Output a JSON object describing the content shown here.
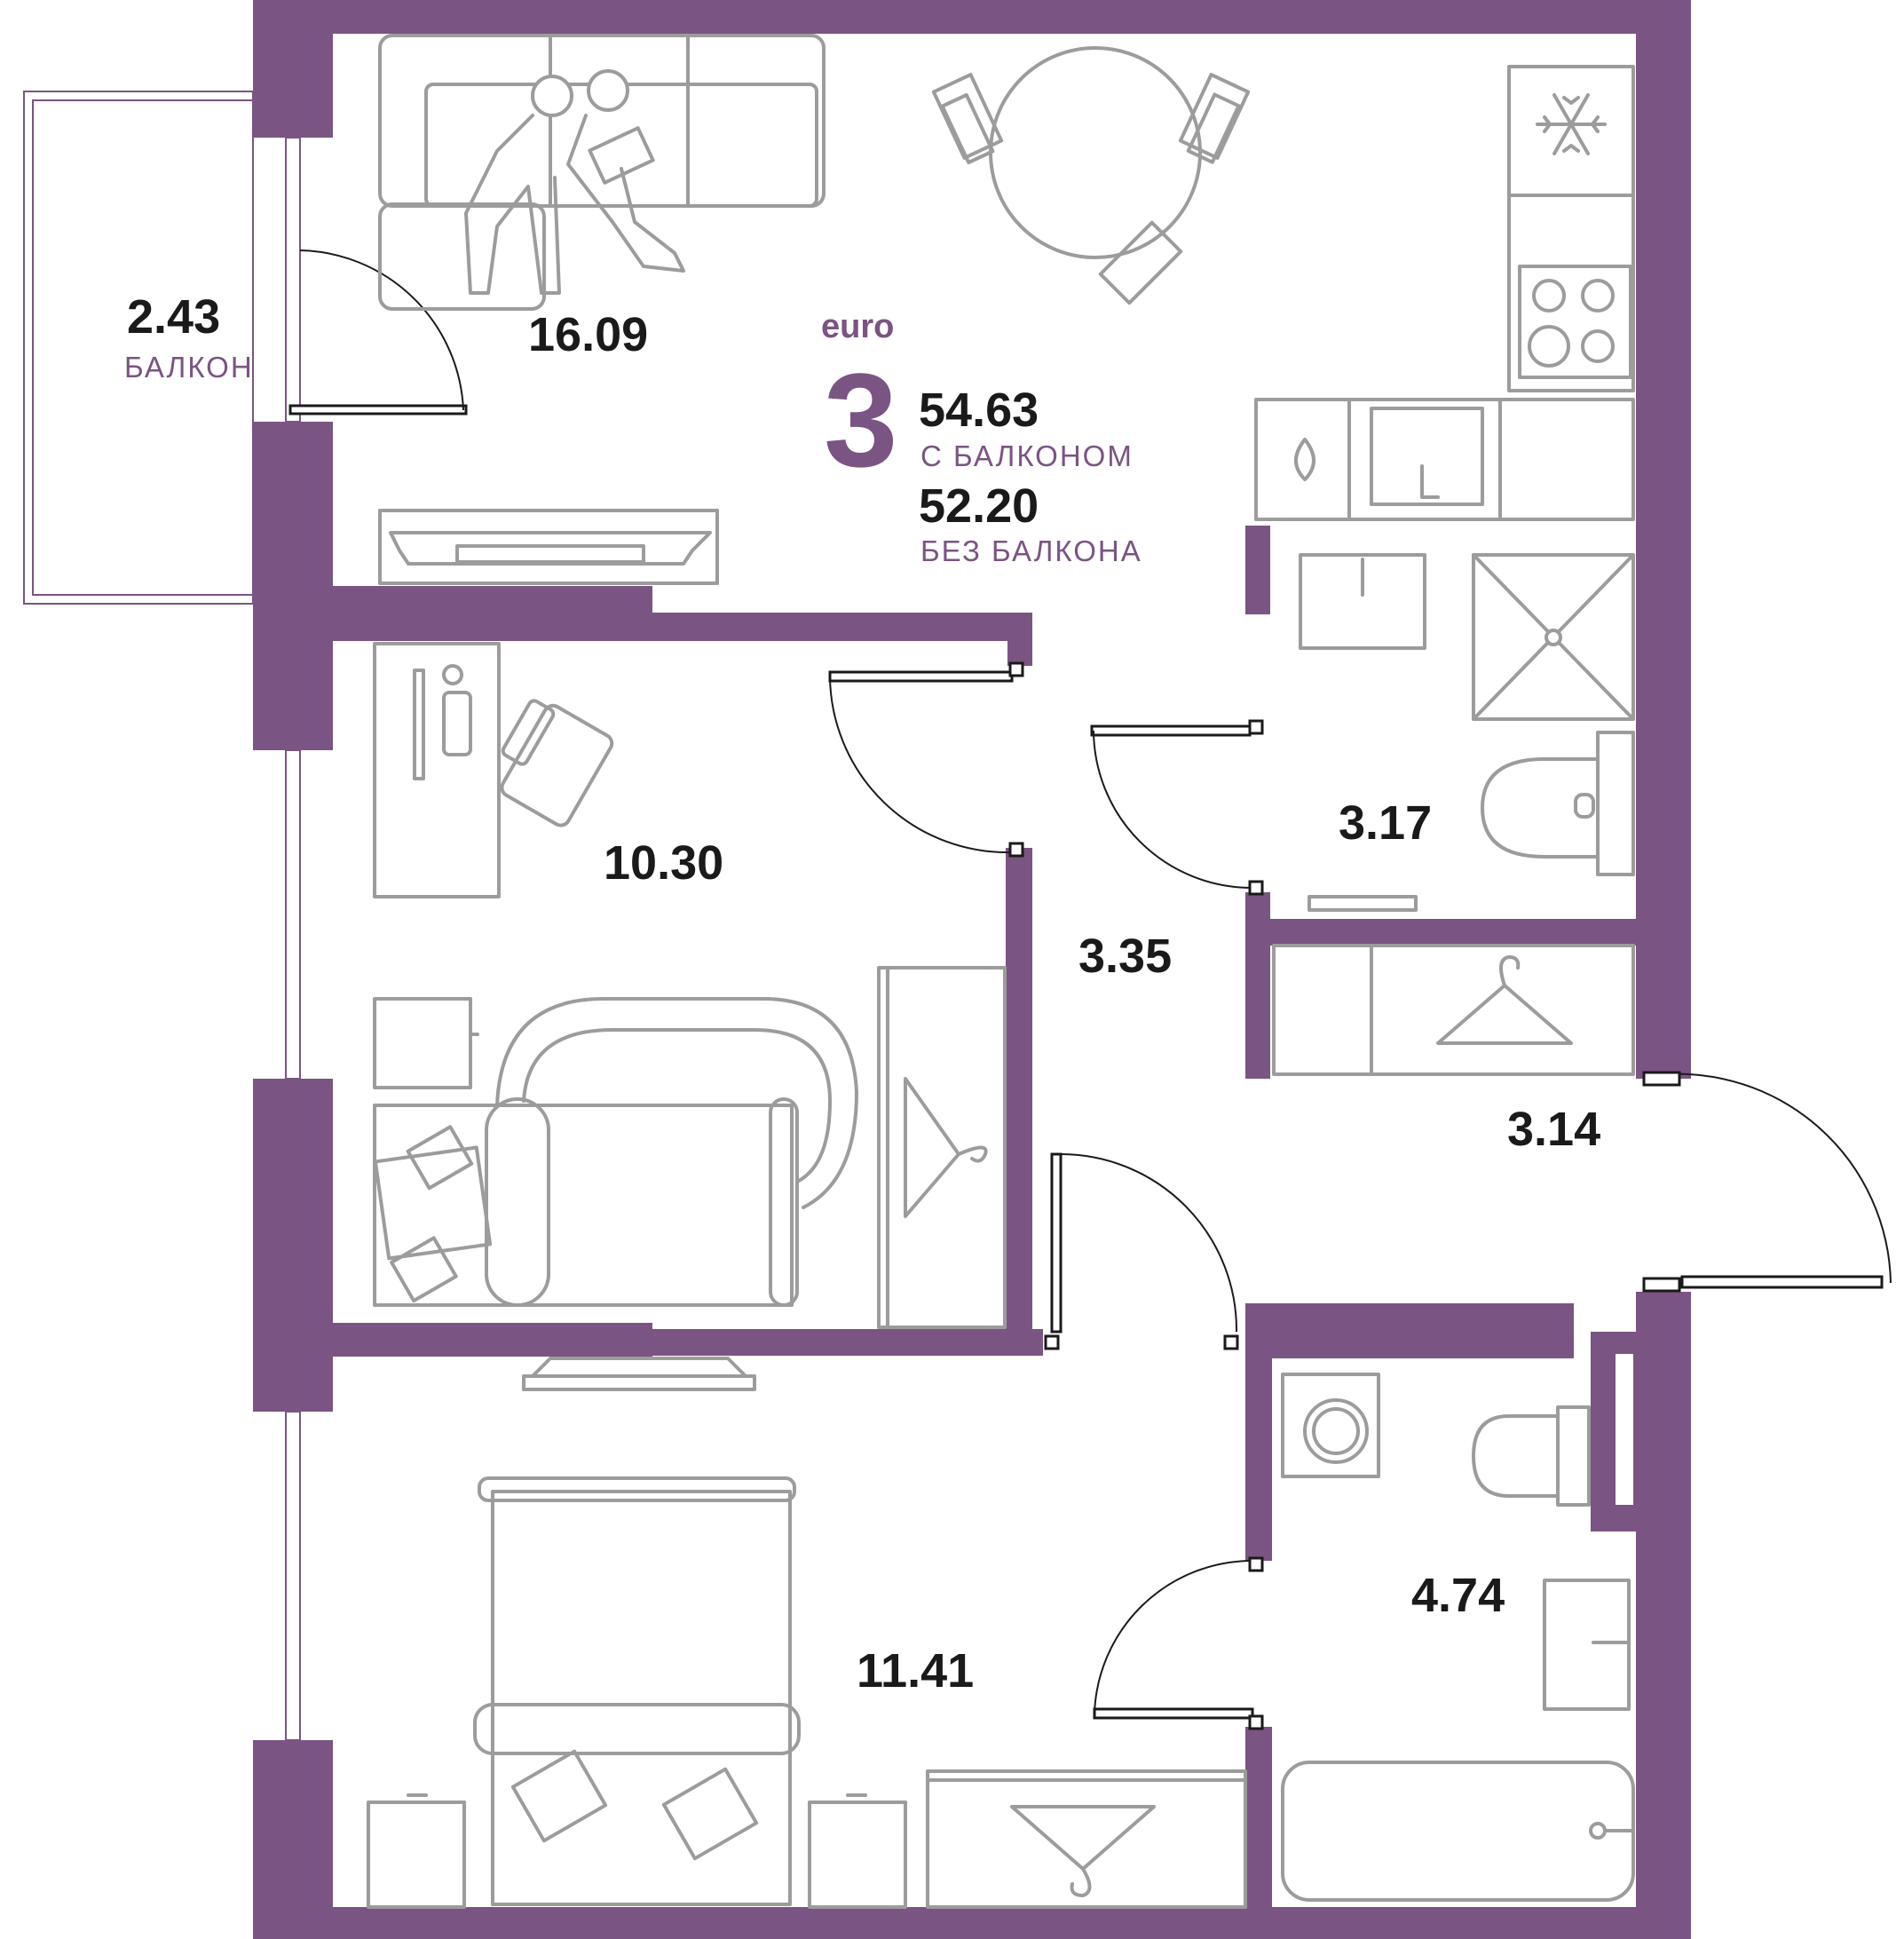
{
  "colors": {
    "wall": "#7a5482",
    "furniture": "#9c9c9c",
    "text": "#1a1a1a"
  },
  "apartment": {
    "type_label": "euro",
    "rooms": "3",
    "area_with_balcony": "54.63",
    "with_balcony_label": "С БАЛКОНОМ",
    "area_without_balcony": "52.20",
    "without_balcony_label": "БЕЗ БАЛКОНА"
  },
  "balcony": {
    "area": "2.43",
    "label": "БАЛКОН"
  },
  "rooms": [
    {
      "id": "living-kitchen",
      "area": "16.09"
    },
    {
      "id": "bedroom-small",
      "area": "10.30"
    },
    {
      "id": "corridor",
      "area": "3.35"
    },
    {
      "id": "shower-room",
      "area": "3.17"
    },
    {
      "id": "hall",
      "area": "3.14"
    },
    {
      "id": "bathroom",
      "area": "4.74"
    },
    {
      "id": "bedroom-large",
      "area": "11.41"
    }
  ],
  "icons": [
    "snowflake-icon",
    "hob-icon",
    "sink-icon",
    "shower-icon",
    "toilet-icon",
    "washing-machine-icon",
    "bathtub-icon",
    "hanger-icon",
    "sofa-icon",
    "bed-icon",
    "dining-table-icon",
    "tv-icon",
    "desk-icon",
    "armchair-icon",
    "people-icon"
  ]
}
